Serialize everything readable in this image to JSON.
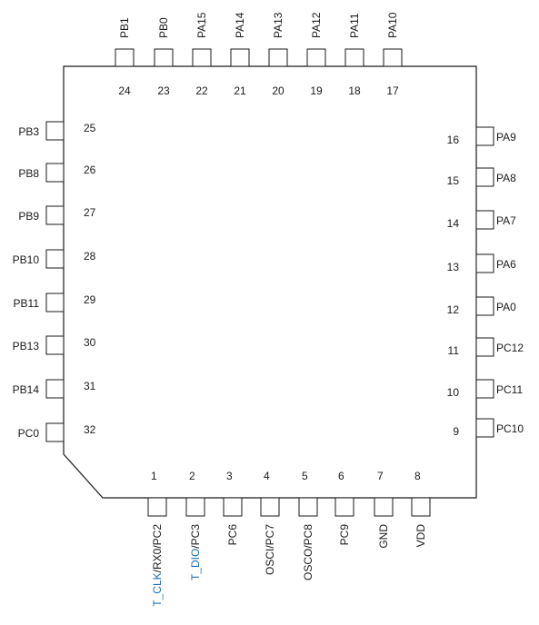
{
  "diagram": {
    "highlight_color": "#1f6fb8",
    "outline_color": "#1a1a1a",
    "pins": {
      "top": [
        {
          "num": "24",
          "name": "PB1"
        },
        {
          "num": "23",
          "name": "PB0"
        },
        {
          "num": "22",
          "name": "PA15"
        },
        {
          "num": "21",
          "name": "PA14"
        },
        {
          "num": "20",
          "name": "PA13"
        },
        {
          "num": "19",
          "name": "PA12"
        },
        {
          "num": "18",
          "name": "PA11"
        },
        {
          "num": "17",
          "name": "PA10"
        }
      ],
      "left": [
        {
          "num": "25",
          "name": "PB3"
        },
        {
          "num": "26",
          "name": "PB8"
        },
        {
          "num": "27",
          "name": "PB9"
        },
        {
          "num": "28",
          "name": "PB10"
        },
        {
          "num": "29",
          "name": "PB11"
        },
        {
          "num": "30",
          "name": "PB13"
        },
        {
          "num": "31",
          "name": "PB14"
        },
        {
          "num": "32",
          "name": "PC0"
        }
      ],
      "right": [
        {
          "num": "16",
          "name": "PA9"
        },
        {
          "num": "15",
          "name": "PA8"
        },
        {
          "num": "14",
          "name": "PA7"
        },
        {
          "num": "13",
          "name": "PA6"
        },
        {
          "num": "12",
          "name": "PA0"
        },
        {
          "num": "11",
          "name": "PC12"
        },
        {
          "num": "10",
          "name": "PC11"
        },
        {
          "num": "9",
          "name": "PC10"
        }
      ],
      "bottom": [
        {
          "num": "1",
          "name": "T_CLK/RX0/PC2",
          "highlight": "T_CLK",
          "rest": "/RX0/PC2"
        },
        {
          "num": "2",
          "name": "T_DIO/PC3",
          "highlight": "T_DIO",
          "rest": "/PC3"
        },
        {
          "num": "3",
          "name": "PC6",
          "highlight": "",
          "rest": "PC6"
        },
        {
          "num": "4",
          "name": "OSCI/PC7",
          "highlight": "",
          "rest": "OSCI/PC7"
        },
        {
          "num": "5",
          "name": "OSCO/PC8",
          "highlight": "",
          "rest": "OSCO/PC8"
        },
        {
          "num": "6",
          "name": "PC9",
          "highlight": "",
          "rest": "PC9"
        },
        {
          "num": "7",
          "name": "GND",
          "highlight": "",
          "rest": "GND"
        },
        {
          "num": "8",
          "name": "VDD",
          "highlight": "",
          "rest": "VDD"
        }
      ]
    }
  }
}
